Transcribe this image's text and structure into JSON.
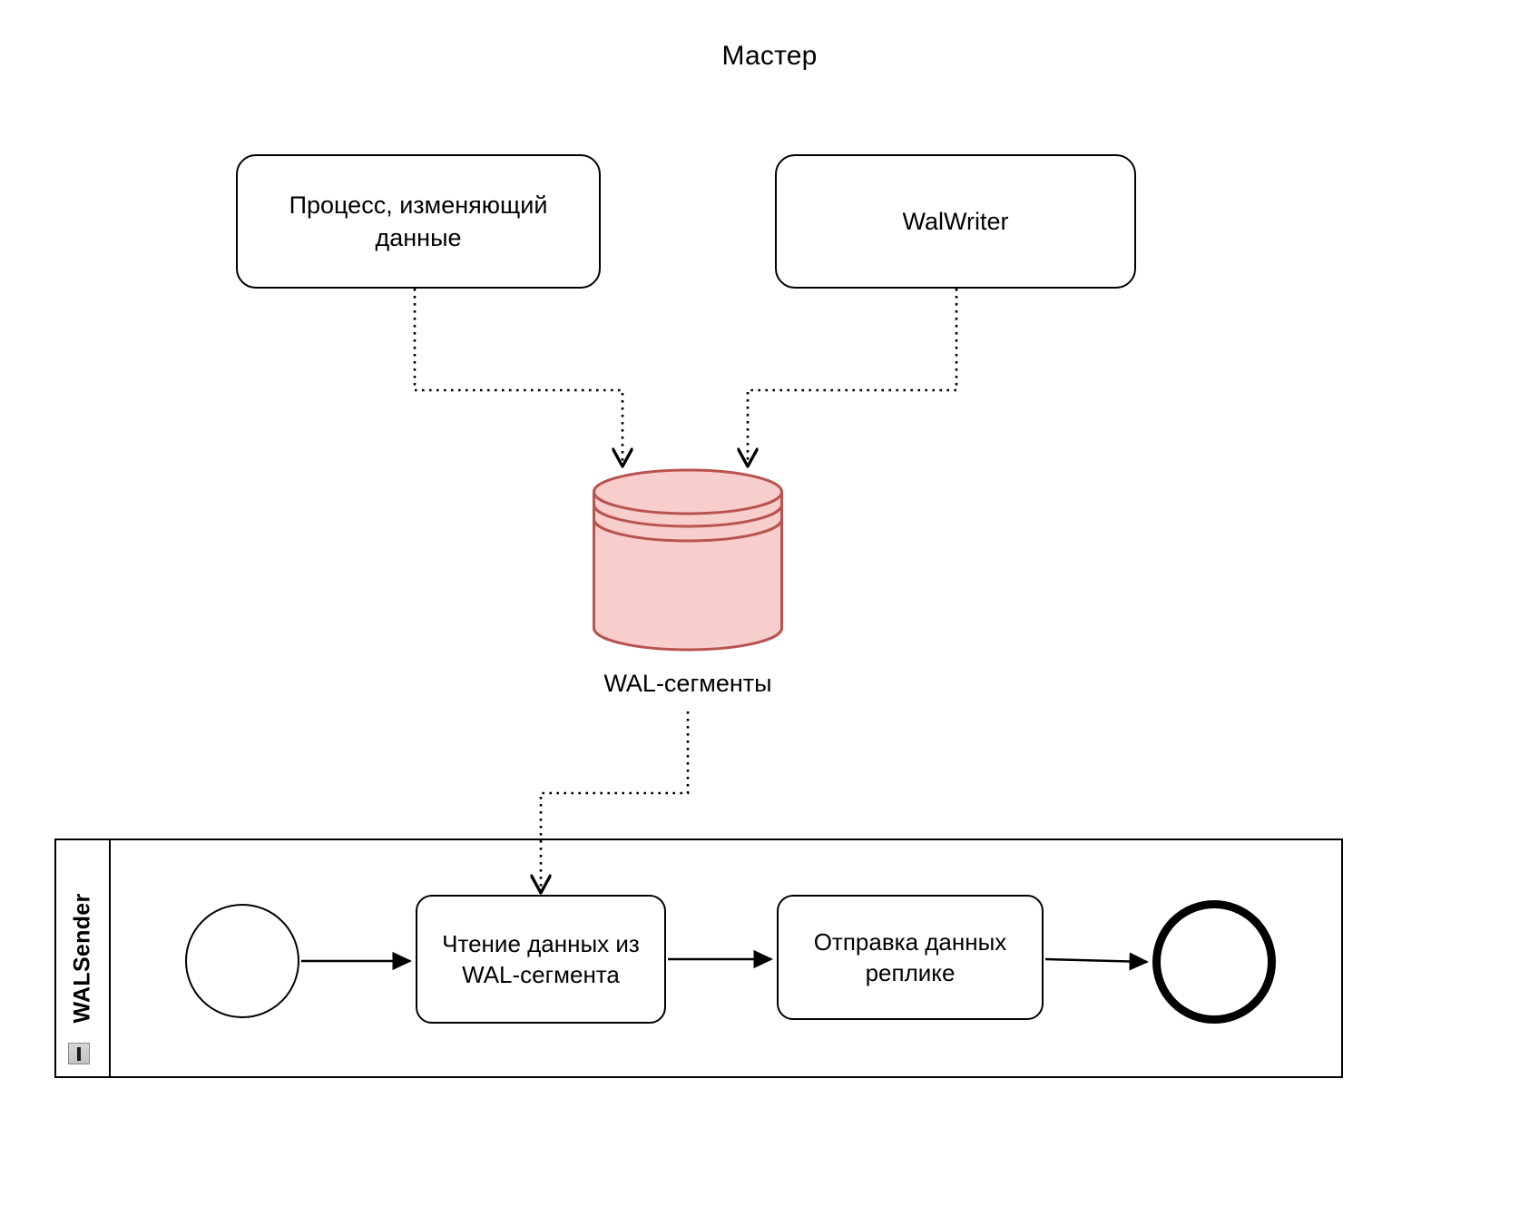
{
  "diagram": {
    "title": "Мастер",
    "type": "bpmn-process-diagram",
    "colors": {
      "stroke": "#000000",
      "datastore_fill": "#f8cecc",
      "datastore_stroke": "#b85450",
      "background": "#ffffff"
    }
  },
  "master": {
    "tasks": [
      {
        "id": "process-changing-data",
        "label": "Процесс, изменяющий\nданные"
      },
      {
        "id": "walwriter",
        "label": "WalWriter"
      }
    ],
    "datastore": {
      "name": "wal-segments",
      "label": "WAL-сегменты"
    }
  },
  "pool": {
    "lane": {
      "label": "WALSender",
      "icon": "text-cursor-icon"
    },
    "flow": {
      "start_event": {
        "name": "start-event",
        "label": ""
      },
      "tasks": [
        {
          "id": "read-wal",
          "label": "Чтение данных из\nWAL-сегмента"
        },
        {
          "id": "send-to-replica",
          "label": "Отправка данных\nреплике"
        }
      ],
      "end_event": {
        "name": "end-event",
        "label": ""
      }
    }
  },
  "connections": [
    {
      "from": "process-changing-data",
      "to": "wal-segments",
      "style": "dotted-arrow"
    },
    {
      "from": "walwriter",
      "to": "wal-segments",
      "style": "dotted-arrow"
    },
    {
      "from": "wal-segments",
      "to": "read-wal",
      "style": "dotted-arrow"
    },
    {
      "from": "start-event",
      "to": "read-wal",
      "style": "solid-arrow"
    },
    {
      "from": "read-wal",
      "to": "send-to-replica",
      "style": "solid-arrow"
    },
    {
      "from": "send-to-replica",
      "to": "end-event",
      "style": "solid-arrow"
    }
  ]
}
